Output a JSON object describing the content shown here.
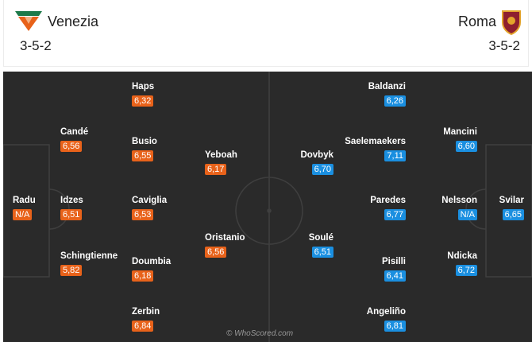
{
  "home": {
    "name": "Venezia",
    "formation": "3-5-2",
    "color": "#e8621a",
    "logo_icon": "venezia-crest-icon"
  },
  "away": {
    "name": "Roma",
    "formation": "3-5-2",
    "color": "#1a8fe0",
    "logo_icon": "roma-crest-icon"
  },
  "home_players": [
    {
      "name": "Radu",
      "rating": "N/A"
    },
    {
      "name": "Candé",
      "rating": "6,56"
    },
    {
      "name": "Idzes",
      "rating": "6,51"
    },
    {
      "name": "Schingtienne",
      "rating": "5,82"
    },
    {
      "name": "Haps",
      "rating": "6,32"
    },
    {
      "name": "Busio",
      "rating": "6,55"
    },
    {
      "name": "Caviglia",
      "rating": "6,53"
    },
    {
      "name": "Doumbia",
      "rating": "6,18"
    },
    {
      "name": "Zerbin",
      "rating": "6,84"
    },
    {
      "name": "Yeboah",
      "rating": "6,17"
    },
    {
      "name": "Oristanio",
      "rating": "6,56"
    }
  ],
  "away_players": [
    {
      "name": "Svilar",
      "rating": "6,65"
    },
    {
      "name": "Mancini",
      "rating": "6,60"
    },
    {
      "name": "Nelsson",
      "rating": "N/A"
    },
    {
      "name": "Ndicka",
      "rating": "6,72"
    },
    {
      "name": "Baldanzi",
      "rating": "6,26"
    },
    {
      "name": "Saelemaekers",
      "rating": "7,11"
    },
    {
      "name": "Paredes",
      "rating": "6,77"
    },
    {
      "name": "Pisilli",
      "rating": "6,41"
    },
    {
      "name": "Angeliño",
      "rating": "6,81"
    },
    {
      "name": "Dovbyk",
      "rating": "6,70"
    },
    {
      "name": "Soulé",
      "rating": "6,51"
    }
  ],
  "watermark": "© WhoScored.com"
}
